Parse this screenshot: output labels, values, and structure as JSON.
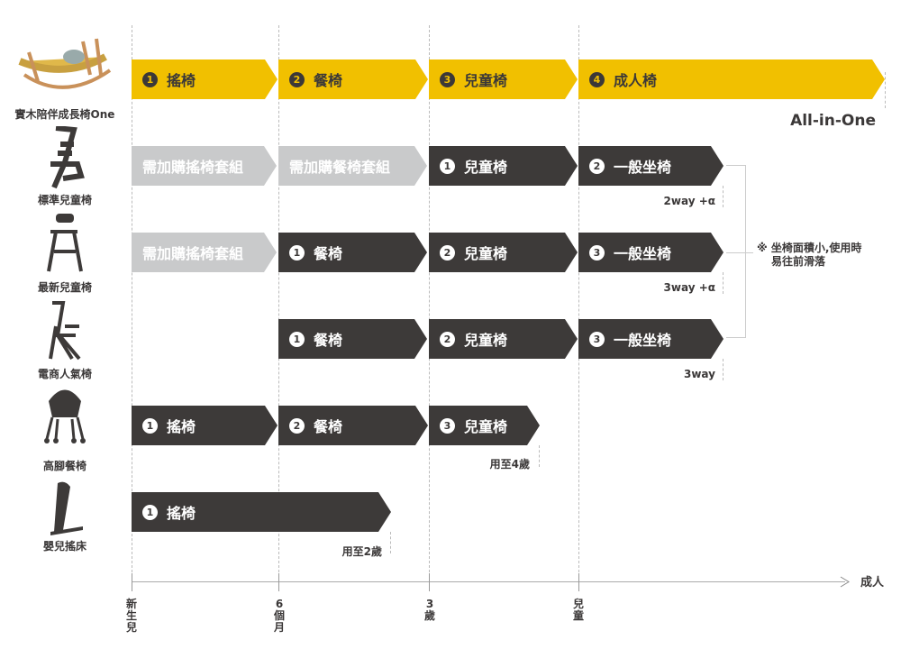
{
  "products": [
    {
      "name": "實木陪伴成長椅One",
      "icon": "wooden-rocker-chair-icon"
    },
    {
      "name": "標準兒童椅",
      "icon": "standard-child-chair-icon"
    },
    {
      "name": "最新兒童椅",
      "icon": "new-child-chair-icon"
    },
    {
      "name": "電商人氣椅",
      "icon": "ecommerce-chair-icon"
    },
    {
      "name": "高腳餐椅",
      "icon": "high-chair-icon"
    },
    {
      "name": "嬰兒搖床",
      "icon": "baby-bouncer-icon"
    }
  ],
  "rows": [
    [
      {
        "style": "yellow",
        "num": "1",
        "label": "搖椅"
      },
      {
        "style": "yellow",
        "num": "2",
        "label": "餐椅"
      },
      {
        "style": "yellow",
        "num": "3",
        "label": "兒童椅"
      },
      {
        "style": "yellow",
        "num": "4",
        "label": "成人椅"
      }
    ],
    [
      {
        "style": "gray",
        "label": "需加購搖椅套組"
      },
      {
        "style": "gray",
        "label": "需加購餐椅套組"
      },
      {
        "style": "dark",
        "num": "1",
        "label": "兒童椅"
      },
      {
        "style": "dark",
        "num": "2",
        "label": "一般坐椅"
      }
    ],
    [
      {
        "style": "gray",
        "label": "需加購搖椅套組"
      },
      {
        "style": "dark",
        "num": "1",
        "label": "餐椅"
      },
      {
        "style": "dark",
        "num": "2",
        "label": "兒童椅"
      },
      {
        "style": "dark",
        "num": "3",
        "label": "一般坐椅"
      }
    ],
    [
      {
        "style": "dark",
        "num": "1",
        "label": "餐椅"
      },
      {
        "style": "dark",
        "num": "2",
        "label": "兒童椅"
      },
      {
        "style": "dark",
        "num": "3",
        "label": "一般坐椅"
      }
    ],
    [
      {
        "style": "dark",
        "num": "1",
        "label": "搖椅"
      },
      {
        "style": "dark",
        "num": "2",
        "label": "餐椅"
      },
      {
        "style": "dark",
        "num": "3",
        "label": "兒童椅"
      }
    ],
    [
      {
        "style": "dark",
        "num": "1",
        "label": "搖椅"
      }
    ]
  ],
  "sublabels": [
    "All-in-One",
    "2way +α",
    "3way +α",
    "3way",
    "用至4歲",
    "用至2歲"
  ],
  "note": {
    "line1": "※ 坐椅面積小,使用時",
    "line2": "易往前滑落"
  },
  "axis": {
    "ticks": [
      "新生兒",
      "6個月",
      "3歲",
      "兒童"
    ],
    "end": "成人"
  }
}
